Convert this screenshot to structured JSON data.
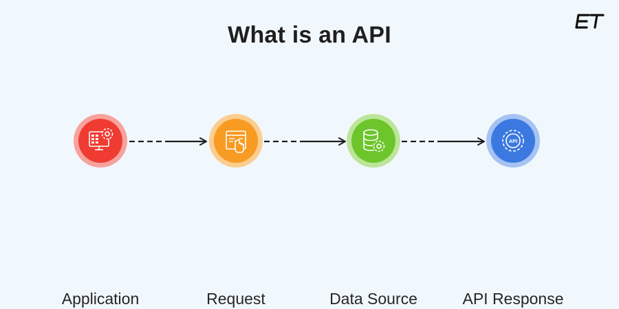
{
  "title": "What is an API",
  "brand": "ET",
  "colors": {
    "background": "#f1f8fd",
    "application": "#ef3b32",
    "request": "#f79b23",
    "data_source": "#6cc52a",
    "api_response": "#3b79e0",
    "connector": "#1d1d1d"
  },
  "steps": [
    {
      "label": "Application",
      "icon": "monitor-gear-icon",
      "color": "#ef3b32",
      "ring": "#f7a29c"
    },
    {
      "label": "Request",
      "icon": "document-click-icon",
      "color": "#f79b23",
      "ring": "#fbcd8f"
    },
    {
      "label": "Data Source",
      "icon": "database-gear-icon",
      "color": "#6cc52a",
      "ring": "#bde59a"
    },
    {
      "label": "API Response",
      "icon": "api-gear-icon",
      "color": "#3b79e0",
      "ring": "#a6c3f3"
    }
  ],
  "api_icon_text": "API"
}
